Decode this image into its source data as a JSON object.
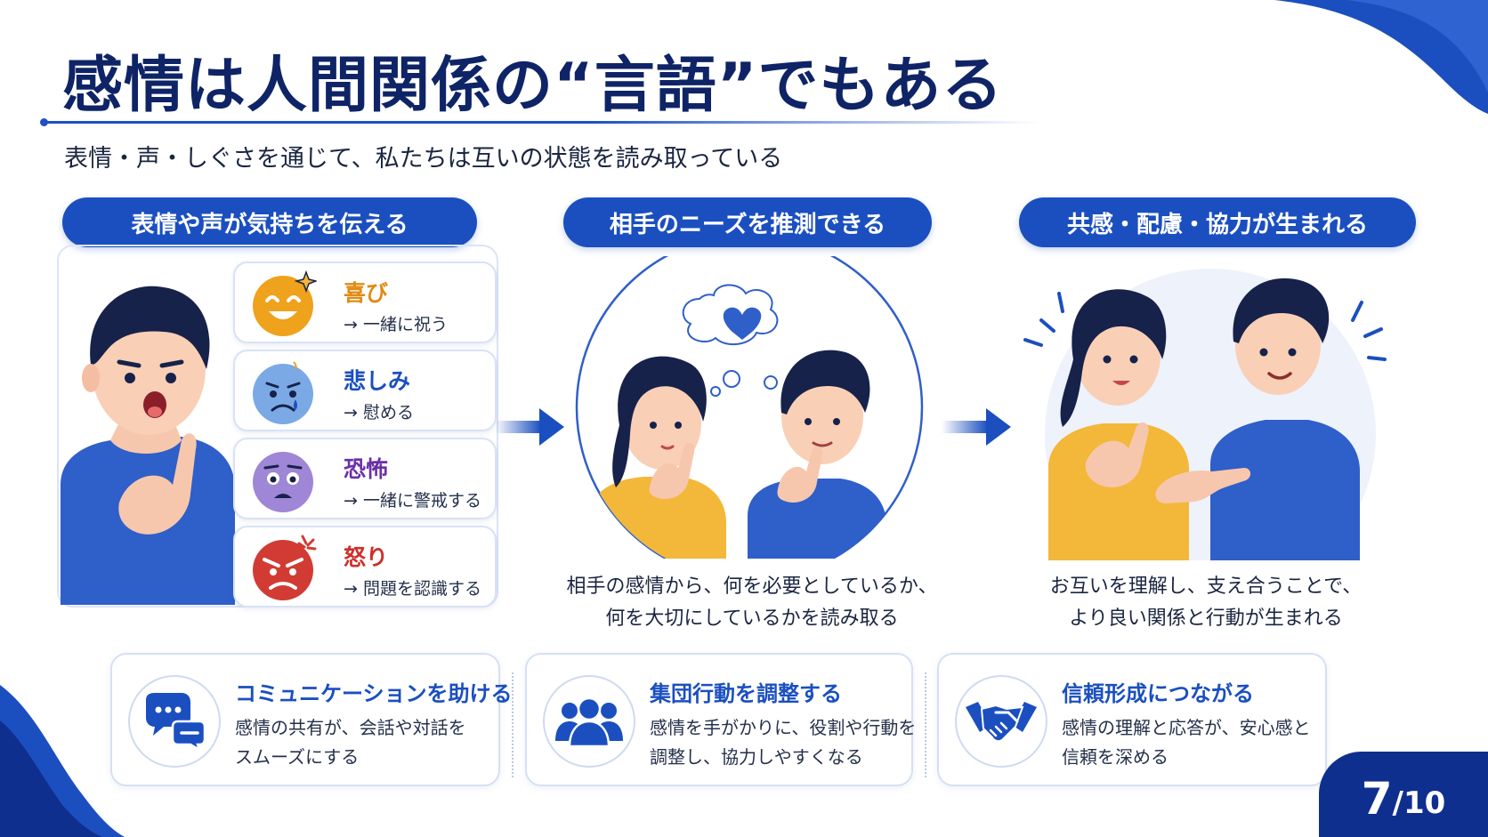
{
  "slide": {
    "title": "感情は人間関係の“言語”でもある",
    "subtitle": "表情・声・しぐさを通じて、私たちは互いの状態を読み取っている"
  },
  "steps": [
    {
      "label": "表情や声が気持ちを伝える"
    },
    {
      "label": "相手のニーズを推測できる",
      "caption_lines": [
        "相手の感情から、何を必要としているか、",
        "何を大切にしているかを読み取る"
      ]
    },
    {
      "label": "共感・配慮・協力が生まれる",
      "caption_lines": [
        "お互いを理解し、支え合うことで、",
        "より良い関係と行動が生まれる"
      ]
    }
  ],
  "emotions": [
    {
      "name": "喜び",
      "action": "→ 一緒に祝う",
      "color": "#e08a12",
      "icon": "joy-face-icon"
    },
    {
      "name": "悲しみ",
      "action": "→ 慰める",
      "color": "#1b4fc0",
      "icon": "sad-face-icon"
    },
    {
      "name": "恐怖",
      "action": "→ 一緒に警戒する",
      "color": "#6b2fa8",
      "icon": "fear-face-icon"
    },
    {
      "name": "怒り",
      "action": "→ 問題を認識する",
      "color": "#cf2f2a",
      "icon": "anger-face-icon"
    }
  ],
  "benefits": [
    {
      "title": "コミュニケーションを助ける",
      "desc_lines": [
        "感情の共有が、会話や対話を",
        "スムーズにする"
      ],
      "icon": "chat-bubbles-icon"
    },
    {
      "title": "集団行動を調整する",
      "desc_lines": [
        "感情を手がかりに、役割や行動を",
        "調整し、協力しやすくなる"
      ],
      "icon": "group-people-icon"
    },
    {
      "title": "信頼形成につながる",
      "desc_lines": [
        "感情の理解と応答が、安心感と",
        "信頼を深める"
      ],
      "icon": "handshake-icon"
    }
  ],
  "pagination": {
    "current": "7",
    "total": "/10"
  },
  "colors": {
    "primary": "#1b4fc0",
    "navy": "#0f2466",
    "accent_yellow": "#f3b73a"
  }
}
